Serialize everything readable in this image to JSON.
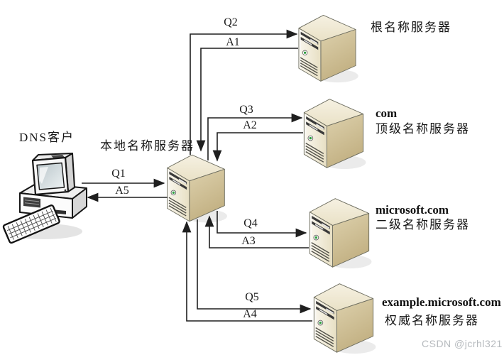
{
  "diagram": {
    "client": {
      "label": "DNS客户"
    },
    "local_server": {
      "label": "本地名称服务器"
    },
    "remote_servers": {
      "root": {
        "label": "根名称服务器"
      },
      "tld": {
        "name": "com",
        "label": "顶级名称服务器"
      },
      "second_level": {
        "name": "microsoft.com",
        "label": "二级名称服务器"
      },
      "authoritative": {
        "name": "example.microsoft.com",
        "label": "权威名称服务器"
      }
    },
    "messages": {
      "q1": "Q1",
      "q2": "Q2",
      "q3": "Q3",
      "q4": "Q4",
      "q5": "Q5",
      "a1": "A1",
      "a2": "A2",
      "a3": "A3",
      "a4": "A4",
      "a5": "A5"
    },
    "watermark": "CSDN @jcrhl321",
    "colors": {
      "line": "#1f1f1f",
      "server_front": "#f0e9d4",
      "server_side": "#d1c29a",
      "server_top": "#efe8d4",
      "led": "#2f9e3f",
      "watermark": "#b6babe"
    }
  }
}
